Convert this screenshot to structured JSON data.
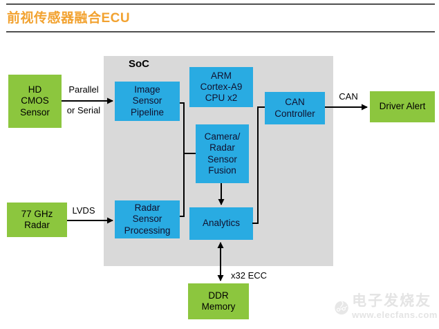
{
  "header": {
    "title": "前视传感器融合ECU"
  },
  "colors": {
    "title_orange": "#F2A230",
    "rule_gray": "#4f4f4f",
    "soc_gray": "#D9D9D9",
    "block_blue": "#29ABE2",
    "block_green": "#8CC63E",
    "wire_black": "#000000",
    "watermark_gray": "#E4E4E4"
  },
  "diagram": {
    "soc_label": "SoC",
    "nodes": {
      "hd_cmos": {
        "lines": [
          "HD",
          "CMOS",
          "Sensor"
        ]
      },
      "radar77": {
        "lines": [
          "77 GHz",
          "Radar"
        ]
      },
      "driver_alert": {
        "lines": [
          "Driver Alert"
        ]
      },
      "ddr": {
        "lines": [
          "DDR",
          "Memory"
        ]
      },
      "image_pipeline": {
        "lines": [
          "Image",
          "Sensor",
          "Pipeline"
        ]
      },
      "arm_cpu": {
        "lines": [
          "ARM",
          "Cortex-A9",
          "CPU x2"
        ]
      },
      "fusion": {
        "lines": [
          "Camera/",
          "Radar",
          "Sensor",
          "Fusion"
        ]
      },
      "can_ctrl": {
        "lines": [
          "CAN",
          "Controller"
        ]
      },
      "radar_proc": {
        "lines": [
          "Radar",
          "Sensor",
          "Processing"
        ]
      },
      "analytics": {
        "lines": [
          "Analytics"
        ]
      }
    },
    "edge_labels": {
      "parallel": "Parallel",
      "or_serial": "or Serial",
      "lvds": "LVDS",
      "can": "CAN",
      "ecc": "x32 ECC"
    }
  },
  "watermark": {
    "brand": "电子发烧友",
    "site": "www.elecfans.com"
  }
}
